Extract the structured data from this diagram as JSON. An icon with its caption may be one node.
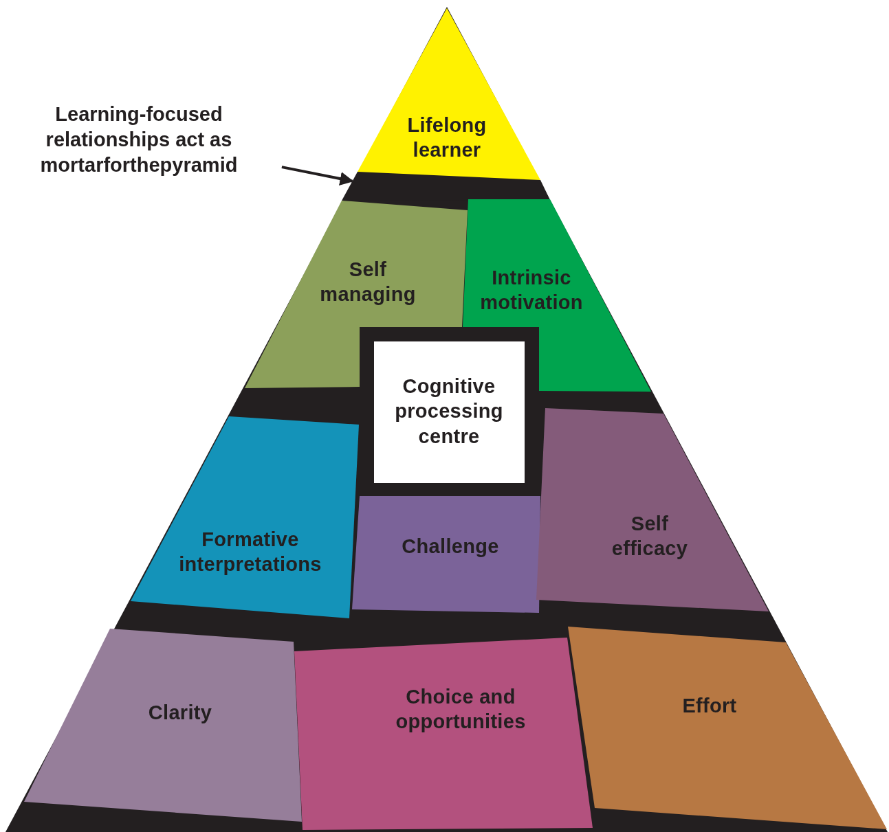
{
  "diagram": {
    "nodes": [
      {
        "text": [
          "Learning-focused relationships act as mortarforthepyramid"
        ]
      },
      {
        "text": [],
        "shape": "bar"
      },
      {
        "text": [
          "Lifelong learner"
        ]
      },
      {
        "text": [
          "Self managing"
        ]
      },
      {
        "text": [
          "Intrinsic motivation"
        ]
      },
      {
        "text": [
          "Cognitive processing centre"
        ]
      },
      {
        "text": [
          "Formative interpretations"
        ]
      },
      {
        "text": [
          "Challenge"
        ]
      },
      {
        "text": [
          "Self efficacy"
        ]
      },
      {
        "text": [
          "Clarity"
        ]
      },
      {
        "text": [
          "Choice and opportunities"
        ]
      },
      {
        "text": [
          "Effort"
        ]
      }
    ],
    "edges": [
      {
        "from": 0,
        "to": 1,
        "arrow": "to"
      }
    ]
  }
}
